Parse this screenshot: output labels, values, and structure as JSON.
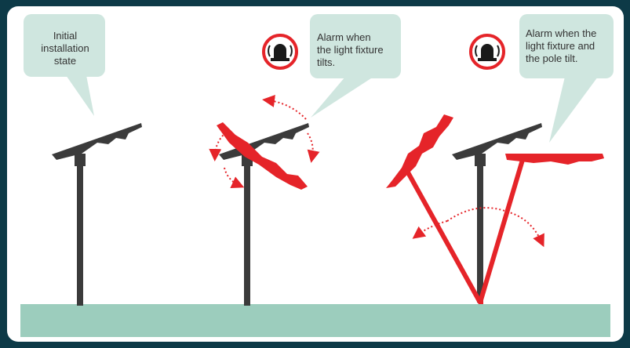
{
  "bubbles": {
    "initial": {
      "lines": [
        "Initial",
        "installation",
        "state"
      ]
    },
    "fixture_tilt": {
      "lines": [
        "Alarm when",
        "the light fixture",
        "tilts."
      ]
    },
    "pole_tilt": {
      "lines": [
        "Alarm when the",
        "light fixture and",
        "the pole tilt."
      ]
    }
  },
  "icons": {
    "alarm": "alarm-bell-icon"
  },
  "colors": {
    "background": "#0d3a47",
    "panel": "#ffffff",
    "bubble": "#cfe6df",
    "ground": "#9ccdbd",
    "pole": "#3b3b3b",
    "alarm": "#e52429"
  }
}
